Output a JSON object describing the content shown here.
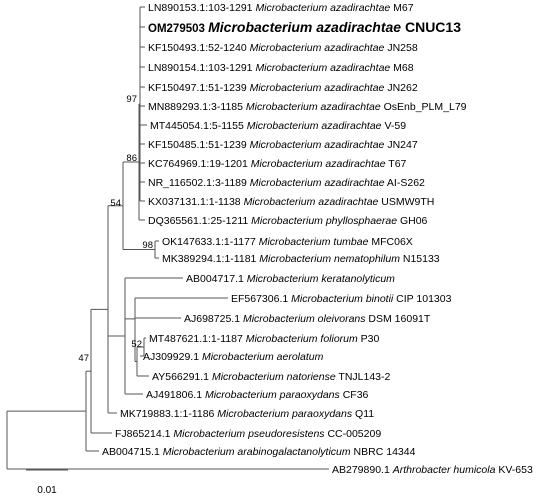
{
  "tree": {
    "leaves": [
      {
        "id": "L1",
        "accession": "LN890153.1:103-1291",
        "species": "Microbacterium azadirachtae",
        "strain": "M67"
      },
      {
        "id": "L2",
        "accession": "OM279503",
        "species": "Microbacterium azadirachtae",
        "strain": "CNUC13",
        "highlight": true
      },
      {
        "id": "L3",
        "accession": "KF150493.1:52-1240",
        "species": "Microbacterium azadirachtae",
        "strain": "JN258"
      },
      {
        "id": "L4",
        "accession": "LN890154.1:103-1291",
        "species": "Microbacterium azadirachtae",
        "strain": "M68"
      },
      {
        "id": "L5",
        "accession": "KF150497.1:51-1239",
        "species": "Microbacterium azadirachtae",
        "strain": "JN262"
      },
      {
        "id": "L6",
        "accession": "MN889293.1:3-1185",
        "species": "Microbacterium azadirachtae",
        "strain": "OsEnb_PLM_L79"
      },
      {
        "id": "L7",
        "accession": "MT445054.1:5-1155",
        "species": "Microbacterium azadirachtae",
        "strain": "V-59"
      },
      {
        "id": "L8",
        "accession": "KF150485.1:51-1239",
        "species": "Microbacterium azadirachtae",
        "strain": "JN247"
      },
      {
        "id": "L9",
        "accession": "KC764969.1:19-1201",
        "species": "Microbacterium azadirachtae",
        "strain": "T67"
      },
      {
        "id": "L10",
        "accession": "NR_116502.1:3-1189",
        "species": "Microbacterium azadirachtae",
        "strain": "AI-S262"
      },
      {
        "id": "L11",
        "accession": "KX037131.1:1-1138",
        "species": "Microbacterium azadirachtae",
        "strain": "USMW9TH"
      },
      {
        "id": "L12",
        "accession": "DQ365561.1:25-1211",
        "species": "Microbacterium phyllosphaerae",
        "strain": "GH06"
      },
      {
        "id": "L13",
        "accession": "OK147633.1:1-1177",
        "species": "Microbacterium tumbae",
        "strain": "MFC06X"
      },
      {
        "id": "L14",
        "accession": "MK389294.1:1-1181",
        "species": "Microbacterium nematophilum",
        "strain": "N15133"
      },
      {
        "id": "L15",
        "accession": "AB004717.1",
        "species": "Microbacterium keratanolyticum",
        "strain": ""
      },
      {
        "id": "L16",
        "accession": "EF567306.1",
        "species": "Microbacterium binotii",
        "strain": "CIP 101303"
      },
      {
        "id": "L17",
        "accession": "AJ698725.1",
        "species": "Microbacterium oleivorans",
        "strain": "DSM 16091T"
      },
      {
        "id": "L18",
        "accession": "MT487621.1:1-1187",
        "species": "Microbacterium foliorum",
        "strain": "P30"
      },
      {
        "id": "L19",
        "accession": "AJ309929.1",
        "species": "Microbacterium aerolatum",
        "strain": ""
      },
      {
        "id": "L20",
        "accession": "AY566291.1",
        "species": "Microbacterium natoriense",
        "strain": "TNJL143-2"
      },
      {
        "id": "L21",
        "accession": "AJ491806.1",
        "species": "Microbacterium paraoxydans",
        "strain": "CF36"
      },
      {
        "id": "L22",
        "accession": "MK719883.1:1-1186",
        "species": "Microbacterium paraoxydans",
        "strain": "Q11"
      },
      {
        "id": "L23",
        "accession": "FJ865214.1",
        "species": "Microbacterium pseudoresistens",
        "strain": "CC-005209"
      },
      {
        "id": "L24",
        "accession": "AB004715.1",
        "species": "Microbacterium arabinogalactanolyticum",
        "strain": "NBRC 14344"
      },
      {
        "id": "L25",
        "accession": "AB279890.1",
        "species": "Arthrobacter humicola",
        "strain": "KV-653"
      }
    ],
    "bootstrap": [
      {
        "node": "n97",
        "value": "97"
      },
      {
        "node": "n86",
        "value": "86"
      },
      {
        "node": "n54",
        "value": "54"
      },
      {
        "node": "n98",
        "value": "98"
      },
      {
        "node": "n52",
        "value": "52"
      },
      {
        "node": "n47",
        "value": "47"
      }
    ],
    "scale_bar": {
      "label": "0.01"
    }
  }
}
